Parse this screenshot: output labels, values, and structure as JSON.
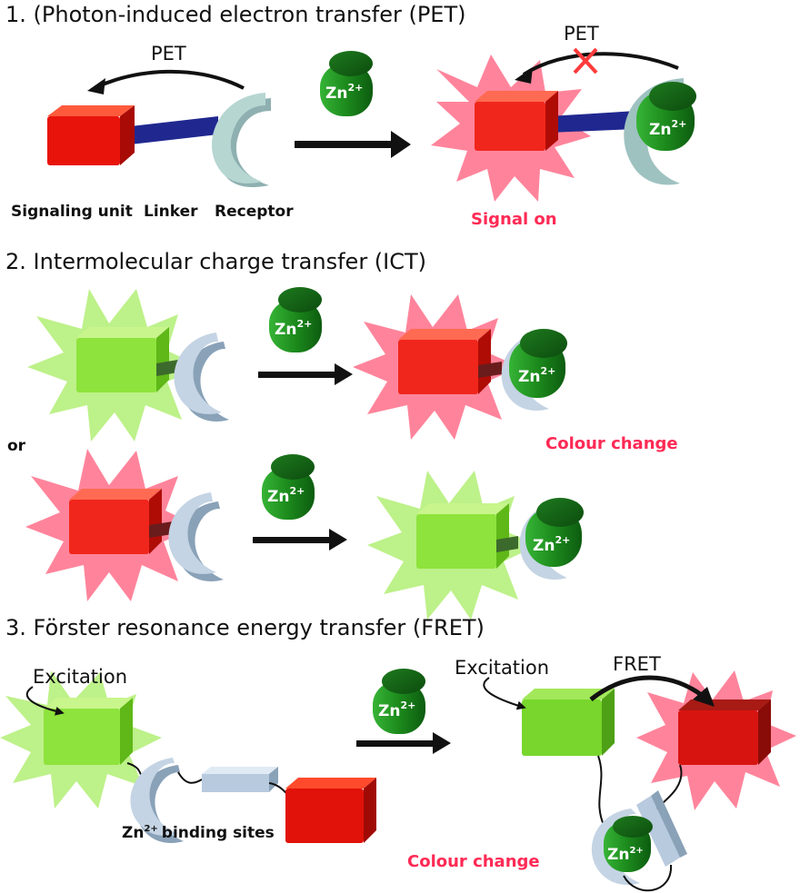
{
  "sections": {
    "pet": {
      "heading": "1. (Photon-induced electron transfer (PET)",
      "pet_left": "PET",
      "pet_right": "PET",
      "signaling_unit": "Signaling unit",
      "linker": "Linker",
      "receptor": "Receptor",
      "signal_on": "Signal on"
    },
    "ict": {
      "heading": "2. Intermolecular charge transfer (ICT)",
      "or": "or",
      "colour_change": "Colour change"
    },
    "fret": {
      "heading": "3. Förster resonance energy transfer (FRET)",
      "excitation_left": "Excitation",
      "excitation_right": "Excitation",
      "fret": "FRET",
      "binding_sites": "binding sites",
      "colour_change": "Colour change"
    }
  },
  "zinc": {
    "symbol": "Zn",
    "charge": "2+"
  },
  "colors": {
    "red_block": "#e8140c",
    "green_block": "#7fe020",
    "ion": "#1c8a1c",
    "receptor": "#b8cad8",
    "linker": "#202890",
    "burst_pink": "#ff6e8a",
    "burst_green": "#b6ef7c",
    "label_red": "#ff2a55"
  }
}
